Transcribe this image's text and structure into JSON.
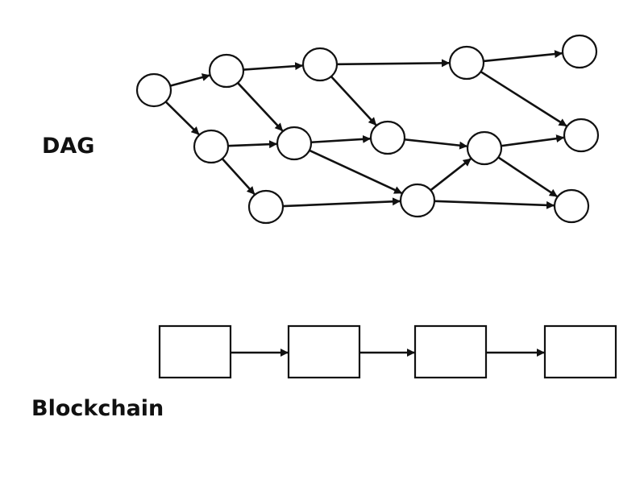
{
  "dag": {
    "label": "DAG",
    "node_ids": [
      "n1",
      "n2",
      "n3",
      "n4",
      "n5",
      "n6",
      "n7",
      "n8",
      "n9",
      "n10",
      "n11",
      "n12",
      "n13",
      "n14"
    ],
    "edges": [
      [
        "n1",
        "n2"
      ],
      [
        "n1",
        "n3"
      ],
      [
        "n2",
        "n4"
      ],
      [
        "n2",
        "n5"
      ],
      [
        "n3",
        "n5"
      ],
      [
        "n3",
        "n6"
      ],
      [
        "n4",
        "n8"
      ],
      [
        "n4",
        "n7"
      ],
      [
        "n5",
        "n7"
      ],
      [
        "n5",
        "n9"
      ],
      [
        "n6",
        "n9"
      ],
      [
        "n7",
        "n10"
      ],
      [
        "n8",
        "n11"
      ],
      [
        "n8",
        "n12"
      ],
      [
        "n9",
        "n10"
      ],
      [
        "n9",
        "n14"
      ],
      [
        "n10",
        "n12"
      ],
      [
        "n10",
        "n13"
      ]
    ]
  },
  "blockchain": {
    "label": "Blockchain",
    "block_count": 4
  },
  "colors": {
    "stroke": "#111111",
    "fill": "#ffffff"
  }
}
